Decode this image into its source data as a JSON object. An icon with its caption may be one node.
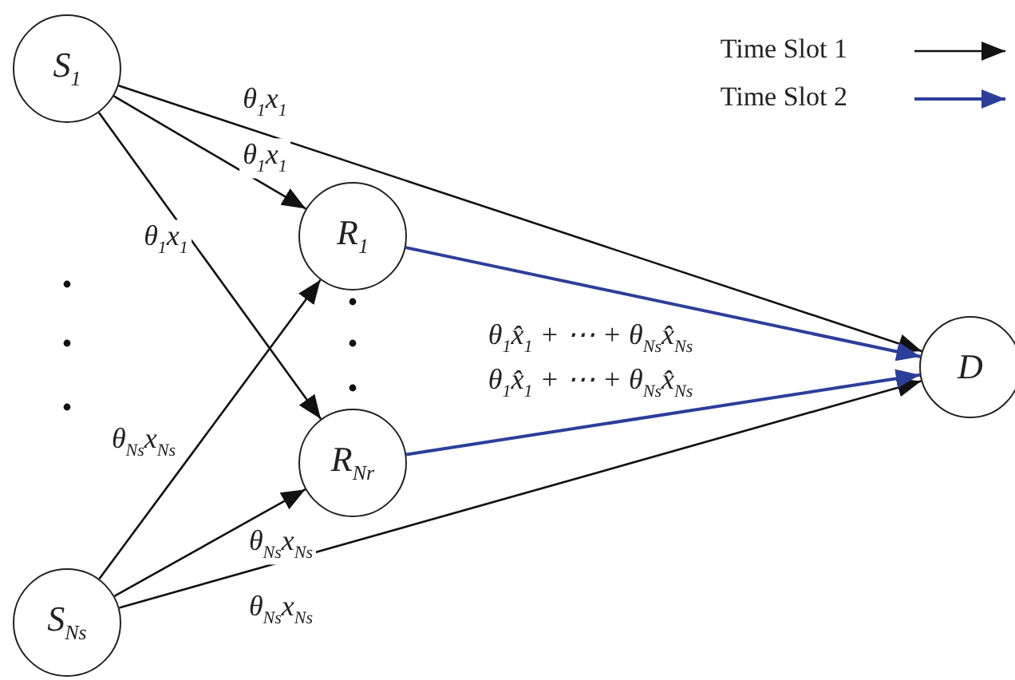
{
  "diagram": {
    "nodes": [
      {
        "text": [
          "S$_{1}$"
        ]
      },
      {
        "text": [
          "R$_{1}$"
        ]
      },
      {
        "text": [
          "R$_{Nr}$"
        ]
      },
      {
        "text": [
          "D"
        ]
      },
      {
        "text": [
          "S$_{Ns}$"
        ]
      }
    ],
    "edges": [
      {
        "from": 0,
        "to": 3,
        "arrow": "to",
        "label": "θ$_{1}$x$_{1}$"
      },
      {
        "from": 0,
        "to": 1,
        "arrow": "to",
        "label": "θ$_{1}$x$_{1}$"
      },
      {
        "from": 0,
        "to": 2,
        "arrow": "to",
        "label": "θ$_{1}$x$_{1}$"
      },
      {
        "from": 4,
        "to": 1,
        "arrow": "to",
        "label": "θ$_{Ns}$x$_{Ns}$"
      },
      {
        "from": 4,
        "to": 2,
        "arrow": "to",
        "label": "θ$_{Ns}$x$_{Ns}$"
      },
      {
        "from": 4,
        "to": 3,
        "arrow": "to",
        "label": "θ$_{Ns}$x$_{Ns}$"
      },
      {
        "from": 1,
        "to": 3,
        "arrow": "to",
        "color": "#2b3f9a",
        "label": "θ$_{1}$x̂$_{1}$ + ⋯ + θ$_{Ns}$x̂$_{Ns}$"
      },
      {
        "from": 2,
        "to": 3,
        "arrow": "to",
        "color": "#2b3f9a",
        "label": "θ$_{1}$x̂$_{1}$ + ⋯ + θ$_{Ns}$x̂$_{Ns}$"
      }
    ],
    "legend": [
      {
        "text": "Time Slot 1"
      },
      {
        "text": "Time Slot 2"
      }
    ]
  }
}
